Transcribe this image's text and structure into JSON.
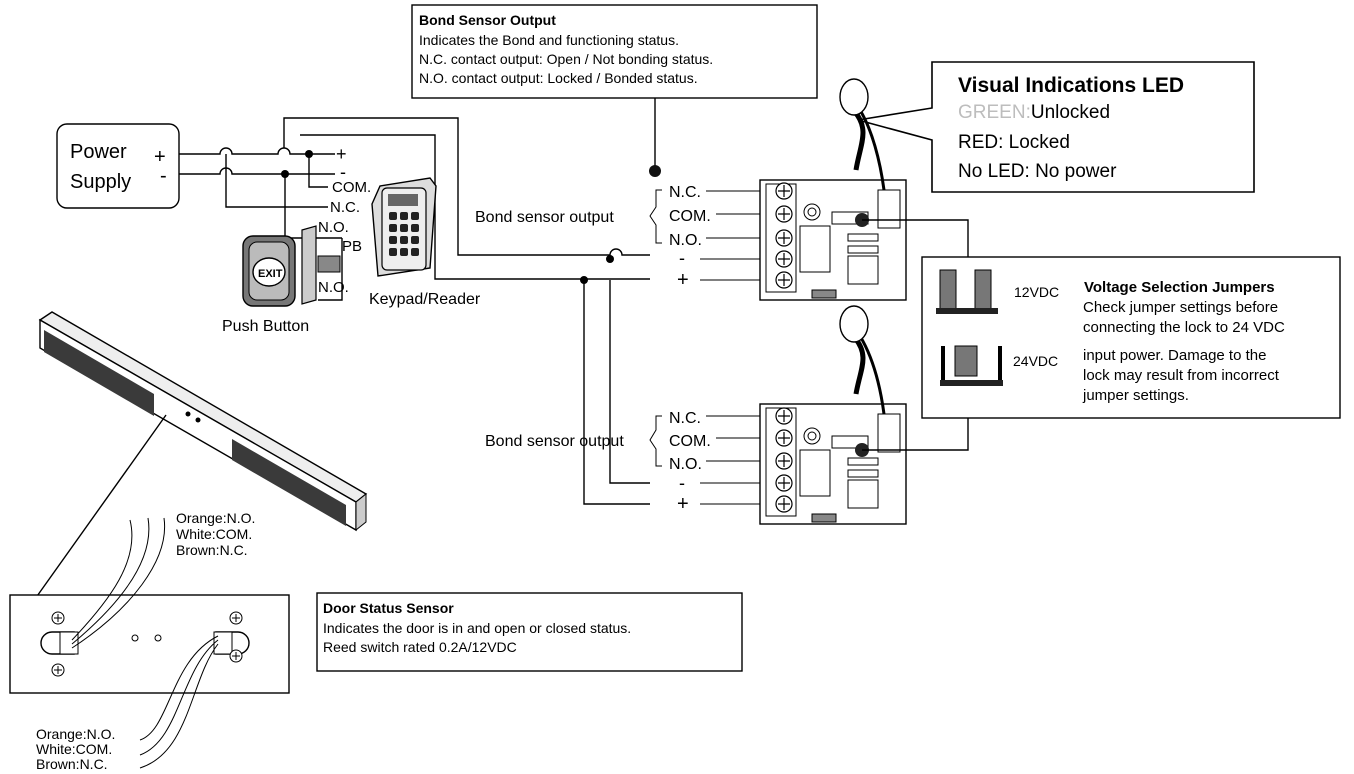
{
  "bond_callout": {
    "title": "Bond Sensor Output",
    "lines": [
      "Indicates the Bond and functioning status.",
      "N.C. contact output: Open / Not bonding status.",
      "N.O. contact output: Locked / Bonded status."
    ]
  },
  "led_callout": {
    "title": "Visual Indications LED",
    "green_prefix": "GREEN:",
    "green_value": "Unlocked",
    "red": "RED: Locked",
    "none": "No LED: No power"
  },
  "power_supply": {
    "line1": "Power",
    "line2": "Supply",
    "plus": "+",
    "minus": "-"
  },
  "terminals": {
    "plus": "+",
    "minus": "-",
    "com": "COM.",
    "nc": "N.C.",
    "no": "N.O.",
    "pb": "PB"
  },
  "keypad_label": "Keypad/Reader",
  "pushbutton": {
    "label": "Push Button",
    "face": "EXIT"
  },
  "bond_sensor_output_label": "Bond sensor output",
  "board_terminals": [
    "N.C.",
    "COM.",
    "N.O.",
    "-",
    "+"
  ],
  "jumper_callout": {
    "title": "Voltage Selection Jumpers",
    "v12": "12VDC",
    "v24": "24VDC",
    "lines": [
      "Check jumper settings before",
      "connecting the lock to 24 VDC",
      "input power. Damage to the",
      "lock may result from incorrect",
      "jumper settings."
    ]
  },
  "wire_colors_top": [
    "Orange:N.O.",
    "White:COM.",
    "Brown:N.C."
  ],
  "wire_colors_bottom": [
    "Orange:N.O.",
    "White:COM.",
    "Brown:N.C."
  ],
  "door_sensor": {
    "title": "Door Status Sensor",
    "lines": [
      "Indicates the door is in and open or closed status.",
      "Reed switch rated 0.2A/12VDC"
    ]
  },
  "colors": {
    "green_text": "#bdbdbd",
    "line": "#000000",
    "magnet": "#3a3a3a",
    "jumper": "#777777"
  }
}
